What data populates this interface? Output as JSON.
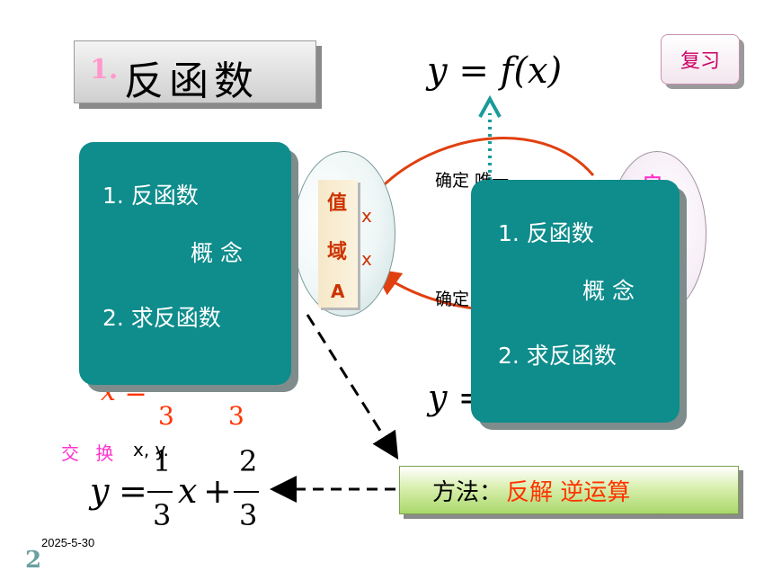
{
  "title": {
    "number": "1.",
    "text": "反函数"
  },
  "review_button": "复习",
  "top_formula": "y = f(x)",
  "left_card": {
    "item1": "1. 反函数",
    "item1_sub": "概 念",
    "item2": "2. 求反函数"
  },
  "right_card": {
    "item1": "1. 反函数",
    "item1_sub": "概 念",
    "item2": "2. 求反函数"
  },
  "range": {
    "char1": "值",
    "char2": "域",
    "char3": "A"
  },
  "domain_partial": "定",
  "x_marks": [
    "x",
    "x"
  ],
  "arc_labels": {
    "top": "确定  唯一",
    "bottom": "确定"
  },
  "bg_fraction": {
    "eq": "x =",
    "num1": "3",
    "num2": "3"
  },
  "right_y_partial": "y =",
  "swap": {
    "label": "交 换",
    "vars": "x, y."
  },
  "result_formula": {
    "y": "y",
    "eq": "=",
    "num1": "1",
    "den1": "3",
    "x": "x",
    "plus": "+",
    "num2": "2",
    "den2": "3"
  },
  "method": {
    "label": "方法：",
    "value": "反解  逆运算"
  },
  "footer": {
    "date": "2025-5-30",
    "page": "2"
  },
  "colors": {
    "teal": "#0f8c8c",
    "red": "#ff3300",
    "magenta": "#ff33cc",
    "method_green": "#a9d86a"
  }
}
